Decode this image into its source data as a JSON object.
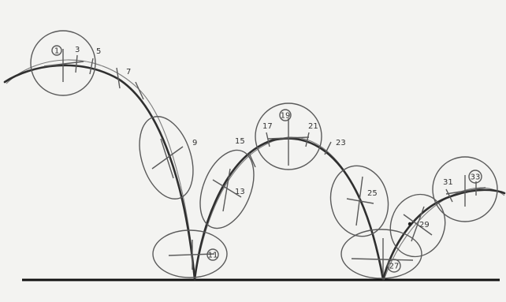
{
  "sketch": {
    "frame_numbers": [
      "1",
      "3",
      "5",
      "7",
      "9",
      "11",
      "13",
      "15",
      "17",
      "19",
      "21",
      "23",
      "25",
      "27",
      "29",
      "31",
      "33"
    ],
    "encircled_frames": [
      "1",
      "11",
      "19",
      "27",
      "33"
    ]
  },
  "colors": {
    "paper": "#f3f3f1",
    "pencil": "#2f2f2f",
    "ground": "#111111"
  }
}
